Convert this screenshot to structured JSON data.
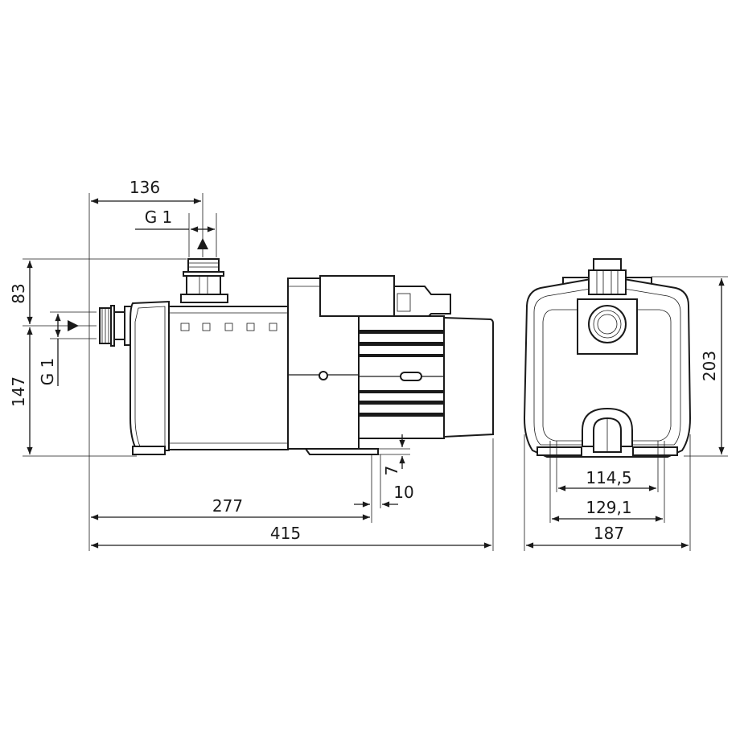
{
  "drawing": {
    "side_view": {
      "dim_overall_length": "415",
      "dim_to_foot": "277",
      "dim_outlet_offset": "136",
      "outlet_thread": "G 1",
      "inlet_thread": "G 1",
      "dim_outlet_height": "83",
      "dim_inlet_height": "147",
      "dim_foot_height": "7",
      "dim_foot_width": "10"
    },
    "front_view": {
      "dim_height": "203",
      "dim_hole_spacing_inner": "114,5",
      "dim_hole_spacing_outer": "129,1",
      "dim_width": "187"
    },
    "colors": {
      "line": "#1a1a1a",
      "background": "#ffffff"
    }
  }
}
